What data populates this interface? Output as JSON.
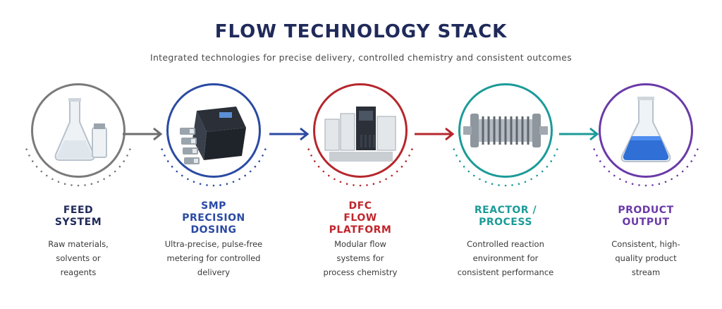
{
  "header": {
    "title": "FLOW TECHNOLOGY STACK",
    "subtitle": "Integrated technologies for precise delivery, controlled chemistry and consistent outcomes"
  },
  "stages": [
    {
      "label_lines": [
        "FEED",
        "SYSTEM"
      ],
      "desc_lines": [
        "Raw materials,",
        "solvents or",
        "reagents"
      ],
      "color": "#7a7a7a",
      "label_color": "#1f2a5a",
      "icon": "flask-vial-icon"
    },
    {
      "label_lines": [
        "SMP",
        "PRECISION",
        "DOSING"
      ],
      "desc_lines": [
        "Ultra-precise, pulse-free",
        "metering for controlled",
        "delivery"
      ],
      "color": "#2b4aa3",
      "label_color": "#2b4aa3",
      "icon": "pump-icon"
    },
    {
      "label_lines": [
        "DFC",
        "FLOW",
        "PLATFORM"
      ],
      "desc_lines": [
        "Modular flow",
        "systems for",
        "process chemistry"
      ],
      "color": "#b5272d",
      "label_color": "#c0262d",
      "icon": "flow-platform-icon"
    },
    {
      "label_lines": [
        "REACTOR /",
        "PROCESS"
      ],
      "desc_lines": [
        "Controlled reaction",
        "environment for",
        "consistent performance"
      ],
      "color": "#1c9b98",
      "label_color": "#1c9b98",
      "icon": "reactor-coil-icon"
    },
    {
      "label_lines": [
        "PRODUCT",
        "OUTPUT"
      ],
      "desc_lines": [
        "Consistent, high-",
        "quality product",
        "stream"
      ],
      "color": "#6a3aa8",
      "label_color": "#6a3aa8",
      "icon": "blue-flask-icon"
    }
  ],
  "arrows": [
    {
      "color": "#6d6d6d",
      "icon": "arrow-right-icon"
    },
    {
      "color": "#2b4aa3",
      "icon": "arrow-right-icon"
    },
    {
      "color": "#b5272d",
      "icon": "arrow-right-icon"
    },
    {
      "color": "#1c9b98",
      "icon": "arrow-right-icon"
    }
  ]
}
